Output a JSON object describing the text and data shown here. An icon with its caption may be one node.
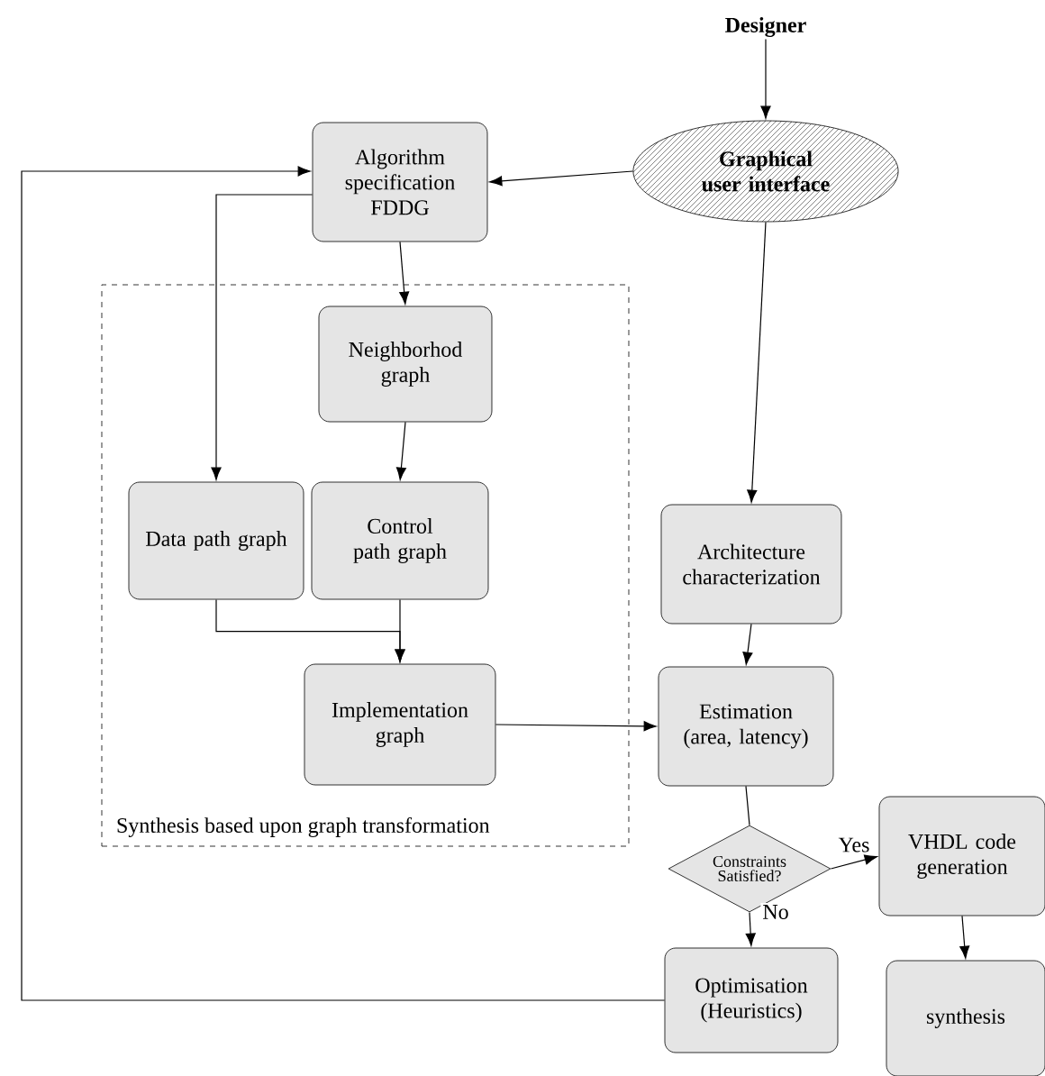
{
  "diagram": {
    "nodes": [
      {
        "text": [
          "Designer"
        ]
      },
      {
        "text": [
          "Graphical user interface"
        ]
      },
      {
        "text": [
          "Algorithm specification FDDG"
        ]
      },
      {
        "text": [
          "Synthesis based upon graph transformation"
        ]
      },
      {
        "text": [
          "Neighborhod graph"
        ],
        "in": 3
      },
      {
        "text": [
          "Data path graph"
        ],
        "in": 3
      },
      {
        "text": [
          "Control path graph"
        ],
        "in": 3
      },
      {
        "text": [
          "Implementation graph"
        ],
        "in": 3
      },
      {
        "text": [
          "Architecture characterization"
        ]
      },
      {
        "text": [
          "Estimation (area, latency)"
        ]
      },
      {
        "text": [
          "Constraints Satisfied?"
        ]
      },
      {
        "text": [
          "VHDL code generation"
        ]
      },
      {
        "text": [
          "Optimisation (Heuristics)"
        ]
      },
      {
        "text": [
          "synthesis"
        ]
      }
    ],
    "edges": [
      {
        "from": 0,
        "to": 1,
        "arrow": "to"
      },
      {
        "from": 1,
        "to": 2,
        "arrow": "to"
      },
      {
        "from": 1,
        "to": 8,
        "arrow": "to"
      },
      {
        "from": 2,
        "to": 4,
        "arrow": "to"
      },
      {
        "from": 2,
        "to": 5,
        "arrow": "to"
      },
      {
        "from": 4,
        "to": 6,
        "arrow": "to"
      },
      {
        "from": 5,
        "to": 7,
        "arrow": "to"
      },
      {
        "from": 6,
        "to": 7,
        "arrow": "to"
      },
      {
        "from": 7,
        "to": 9,
        "arrow": "to"
      },
      {
        "from": 8,
        "to": 9,
        "arrow": "to"
      },
      {
        "from": 9,
        "to": 10,
        "arrow": "none"
      },
      {
        "from": 10,
        "to": 11,
        "arrow": "to",
        "label": "Yes"
      },
      {
        "from": 10,
        "to": 12,
        "arrow": "to",
        "label": "No"
      },
      {
        "from": 11,
        "to": 13,
        "arrow": "to"
      },
      {
        "from": 12,
        "to": 2,
        "arrow": "to"
      }
    ]
  }
}
